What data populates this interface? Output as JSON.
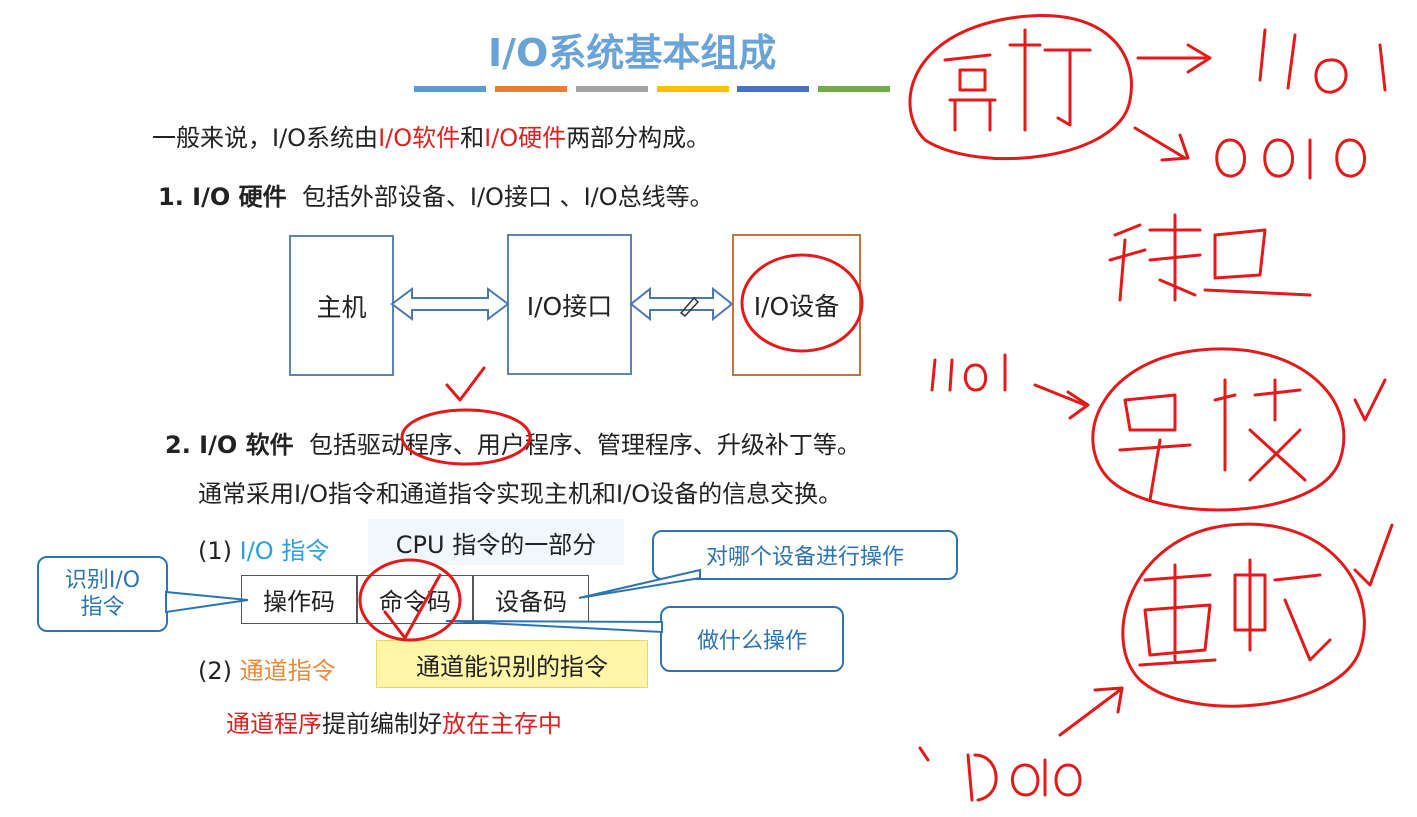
{
  "title": "I/O系统基本组成",
  "accent_bars": [
    "#5b9bd5",
    "#ed7d31",
    "#a5a5a5",
    "#ffc000",
    "#4472c4",
    "#70ad47"
  ],
  "intro": {
    "prefix": "一般来说，I/O系统由",
    "sw": "I/O软件",
    "mid": "和",
    "hw": "I/O硬件",
    "suffix": "两部分构成。"
  },
  "hardware": {
    "heading": "1. I/O 硬件",
    "desc": "包括外部设备、I/O接口 、I/O总线等。"
  },
  "diagram": {
    "host": "主机",
    "interface": "I/O接口",
    "device": "I/O设备"
  },
  "software": {
    "heading": "2. I/O 软件",
    "desc_prefix": "包括",
    "desc_circled": "驱动程序",
    "desc_rest": "、用户程序、管理程序、升级补丁等。",
    "line2": "通常采用I/O指令和通道指令实现主机和I/O设备的信息交换。"
  },
  "io_instruction": {
    "num": "(1)",
    "label": "I/O 指令",
    "tag": "CPU 指令的一部分",
    "fields": [
      "操作码",
      "命令码",
      "设备码"
    ]
  },
  "channel_instruction": {
    "num": "(2)",
    "label": "通道指令",
    "tag": "通道能识别的指令"
  },
  "channel_program": {
    "red1": "通道程序",
    "mid": "提前编制好",
    "red2": "放在主存中"
  },
  "callouts": {
    "identify": "识别I/O 指令",
    "which_device": "对哪个设备进行操作",
    "what_op": "做什么操作"
  },
  "colors": {
    "red": "#e02020",
    "blue": "#2e74b5",
    "title": "#6aa3d8"
  }
}
